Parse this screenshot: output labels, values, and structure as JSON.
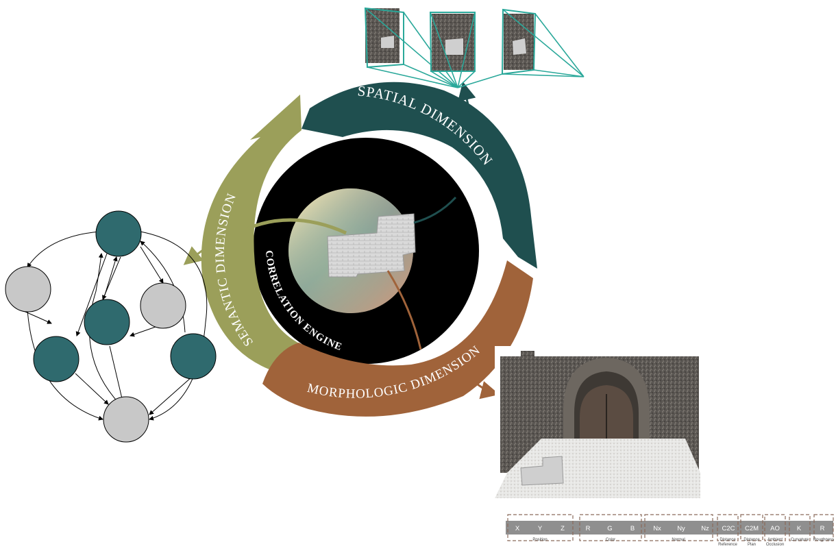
{
  "dimensions": {
    "spatial": "SPATIAL DIMENSION",
    "semantic": "SEMANTIC DIMENSION",
    "morphologic": "MORPHOLOGIC DIMENSION",
    "engine": "CORRELATION ENGINE"
  },
  "colors": {
    "spatial": "#1f4f4f",
    "semantic": "#9b9f5a",
    "morphologic": "#a0633a",
    "engine_ring": "#000000",
    "node_teal": "#2f6a6e",
    "node_grey": "#c8c8c8",
    "camera": "#2aa89a",
    "feature_cell": "#8f8f8f",
    "feature_box": "#8a6a5a"
  },
  "features": {
    "cells": [
      "X",
      "Y",
      "Z",
      "R",
      "G",
      "B",
      "Nx",
      "Ny",
      "Nz",
      "C2C",
      "C2M",
      "AO",
      "K",
      "R"
    ],
    "groups": [
      {
        "lines": [
          "Position"
        ]
      },
      {
        "lines": [
          "Color"
        ]
      },
      {
        "lines": [
          "Normal"
        ]
      },
      {
        "lines": [
          "Distance",
          "Reference"
        ]
      },
      {
        "lines": [
          "Distance",
          "Plan"
        ]
      },
      {
        "lines": [
          "Ambient",
          "Occlusion"
        ]
      },
      {
        "lines": [
          "Curvature"
        ]
      },
      {
        "lines": [
          "Roughness"
        ]
      }
    ]
  },
  "graph": {
    "nodes": [
      {
        "id": "n1",
        "type": "teal"
      },
      {
        "id": "n2",
        "type": "grey"
      },
      {
        "id": "n3",
        "type": "grey"
      },
      {
        "id": "n4",
        "type": "teal"
      },
      {
        "id": "n5",
        "type": "teal"
      },
      {
        "id": "n6",
        "type": "teal"
      },
      {
        "id": "n7",
        "type": "grey"
      }
    ]
  }
}
